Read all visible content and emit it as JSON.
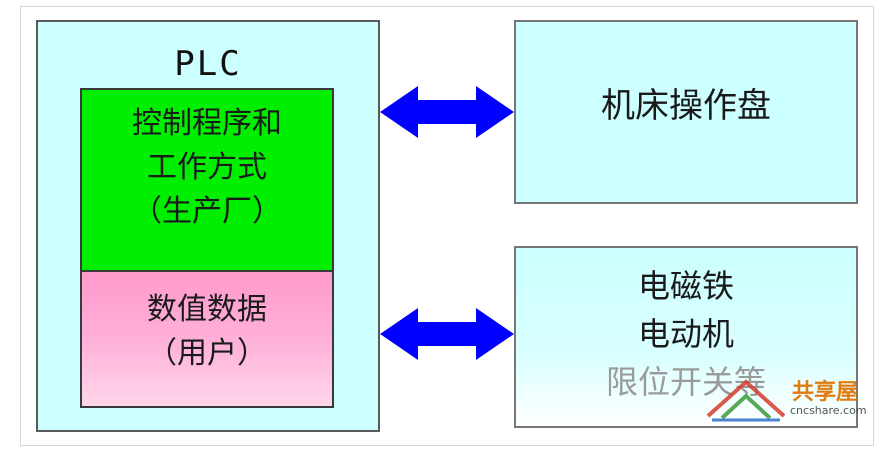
{
  "plc": {
    "title": "PLC"
  },
  "program_box": {
    "lines": [
      "控制程序和",
      "工作方式",
      "（生产厂）"
    ]
  },
  "data_box": {
    "lines": [
      "数值数据",
      "（用户）"
    ]
  },
  "operation_panel": {
    "label": "机床操作盘"
  },
  "devices_box": {
    "lines": [
      "电磁铁",
      "电动机",
      "限位开关等"
    ]
  },
  "watermark": {
    "text": "共享屋",
    "subtext": "cncshare.com"
  },
  "colors": {
    "plc_bg": "#ccffff",
    "program_bg": "#00ee00",
    "data_bg": "#ff99cc",
    "arrow": "#0000ff",
    "watermark": "#e07b10"
  }
}
